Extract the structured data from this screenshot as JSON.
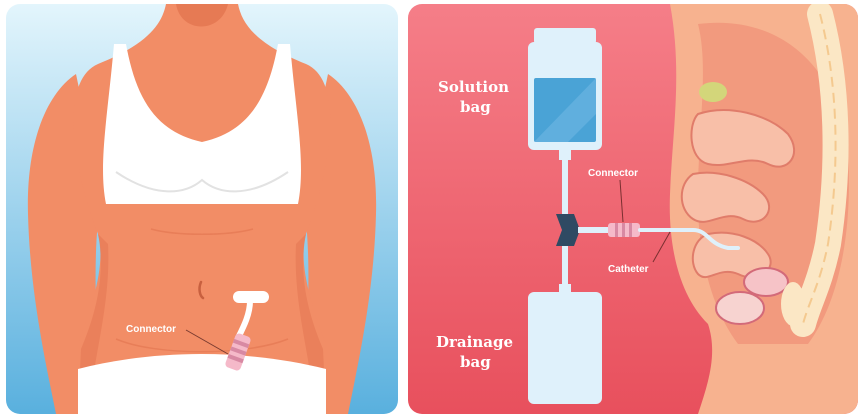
{
  "left_panel": {
    "connector_label": "Connector"
  },
  "right_panel": {
    "solution_bag_label_line1": "Solution",
    "solution_bag_label_line2": "bag",
    "drainage_bag_label_line1": "Drainage",
    "drainage_bag_label_line2": "bag",
    "connector_label": "Connector",
    "catheter_label": "Catheter"
  },
  "colors": {
    "left_bg_top": "#dff3fb",
    "left_bg_bottom": "#5ab2df",
    "skin": "#f28d66",
    "skin_shadow": "#e07a55",
    "bra": "#ffffff",
    "right_bg_top": "#f37c86",
    "right_bg_bottom": "#e95461",
    "bag_fill": "#dff1fb",
    "solution_fluid": "#4aa3d6",
    "tube": "#dff1fb",
    "connector_pink": "#f5b9c9"
  }
}
